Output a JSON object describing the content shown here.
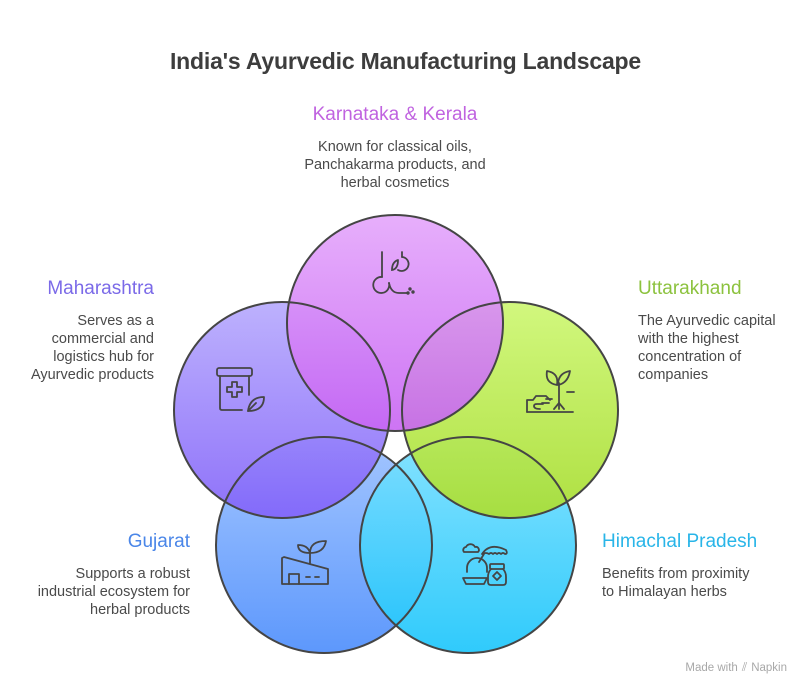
{
  "title": "India's Ayurvedic Manufacturing Landscape",
  "regions": [
    {
      "id": "karnataka-kerala",
      "name": "Karnataka & Kerala",
      "description_lines": [
        "Known for classical oils,",
        "Panchakarma products, and",
        "herbal cosmetics"
      ],
      "color": "#c063e0",
      "gradient": [
        "#e4a6fb",
        "#c865f3"
      ],
      "icon": "oil-ayurveda-icon"
    },
    {
      "id": "maharashtra",
      "name": "Maharashtra",
      "description_lines": [
        "Serves as a",
        "commercial and",
        "logistics hub for",
        "Ayurvedic products"
      ],
      "color": "#7b6ae8",
      "gradient": [
        "#b6a9fd",
        "#8262f9"
      ],
      "icon": "herbal-medicine-jar-icon"
    },
    {
      "id": "uttarakhand",
      "name": "Uttarakhand",
      "description_lines": [
        "The Ayurvedic capital",
        "with the highest",
        "concentration of",
        "companies"
      ],
      "color": "#8cc23e",
      "gradient": [
        "#cff777",
        "#aade37"
      ],
      "icon": "sprouting-plant-soil-icon"
    },
    {
      "id": "gujarat",
      "name": "Gujarat",
      "description_lines": [
        "Supports a robust",
        "industrial ecosystem for",
        "herbal products"
      ],
      "color": "#4a86e8",
      "gradient": [
        "#9cc1ff",
        "#4f8ffc"
      ],
      "icon": "green-factory-icon"
    },
    {
      "id": "himachal-pradesh",
      "name": "Himachal Pradesh",
      "description_lines": [
        "Benefits from proximity",
        "to Himalayan herbs"
      ],
      "color": "#29b5e8",
      "gradient": [
        "#7be0ff",
        "#1ec6fb"
      ],
      "icon": "himalayan-herbs-icon"
    }
  ],
  "footer": {
    "made_with": "Made with",
    "brand": "Napkin"
  }
}
